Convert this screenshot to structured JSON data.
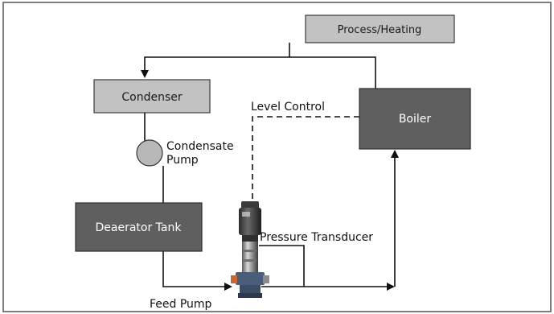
{
  "diagram": {
    "nodes": {
      "process_heating": "Process/Heating",
      "condenser": "Condenser",
      "boiler": "Boiler",
      "deaerator_tank": "Deaerator Tank"
    },
    "labels": {
      "condensate_pump_line1": "Condensate",
      "condensate_pump_line2": "Pump",
      "level_control": "Level Control",
      "pressure_transducer": "Pressure Transducer",
      "feed_pump": "Feed Pump"
    },
    "colors": {
      "light_box": "#c2c2c2",
      "dark_box": "#5f5f5f",
      "pump_circle": "#b8b8b8",
      "border": "#555555"
    }
  }
}
